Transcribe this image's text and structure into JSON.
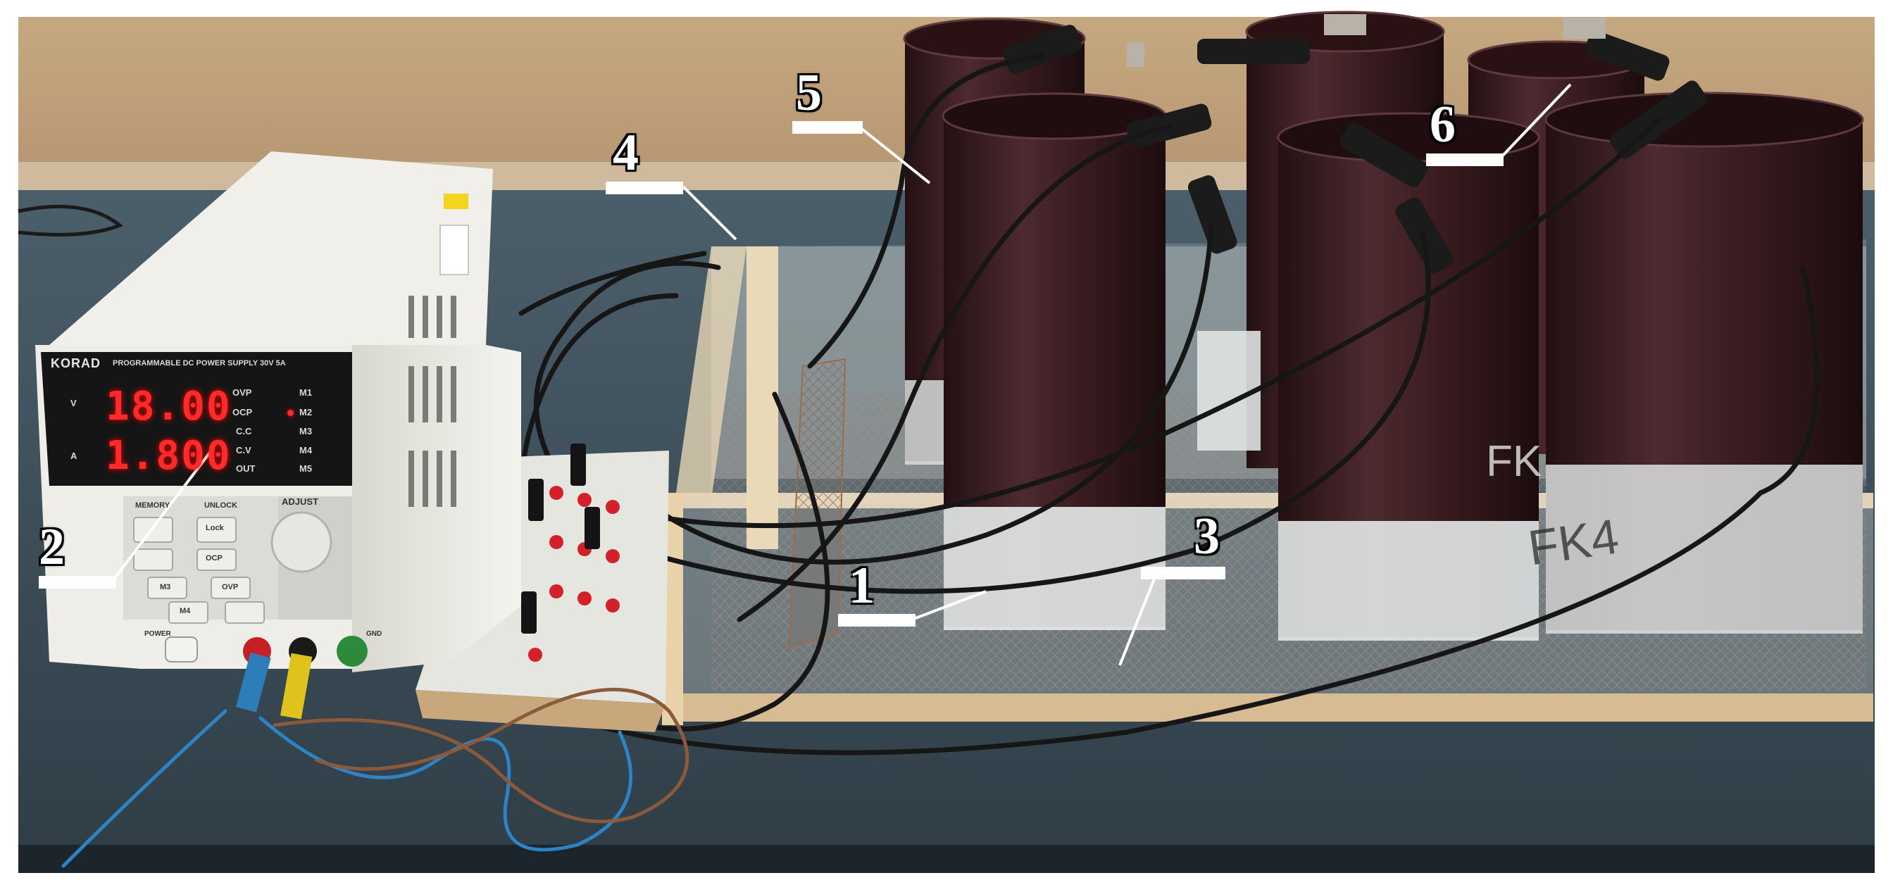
{
  "labels": [
    "1",
    "2",
    "3",
    "4",
    "5",
    "6"
  ],
  "power_supply": {
    "brand": "KORAD",
    "model": "PROGRAMMABLE DC POWER SUPPLY 30V 5A",
    "voltage_display": "18.00",
    "current_display": "1.800",
    "voltage_unit": "V",
    "current_unit": "A",
    "indicators": [
      "OVP",
      "OCP",
      "C.C",
      "C.V",
      "OUT"
    ],
    "memory_slots": [
      "M1",
      "M2",
      "M3",
      "M4",
      "M5"
    ],
    "section_memory": "MEMORY",
    "section_unlock": "UNLOCK",
    "section_adjust": "ADJUST",
    "btn_lock": "Lock",
    "btn_ovp": "OVP",
    "btn_ocp": "OCP",
    "btn_m3": "M3",
    "btn_m4": "M4",
    "power_label": "POWER",
    "gnd_label": "GND"
  },
  "tube_marks": [
    "FK4",
    "FK"
  ],
  "colors": {
    "tube": "#3a1a1e",
    "wall": "#c9b089",
    "table": "#3e4f5a",
    "psu_body": "#ecebe3"
  }
}
